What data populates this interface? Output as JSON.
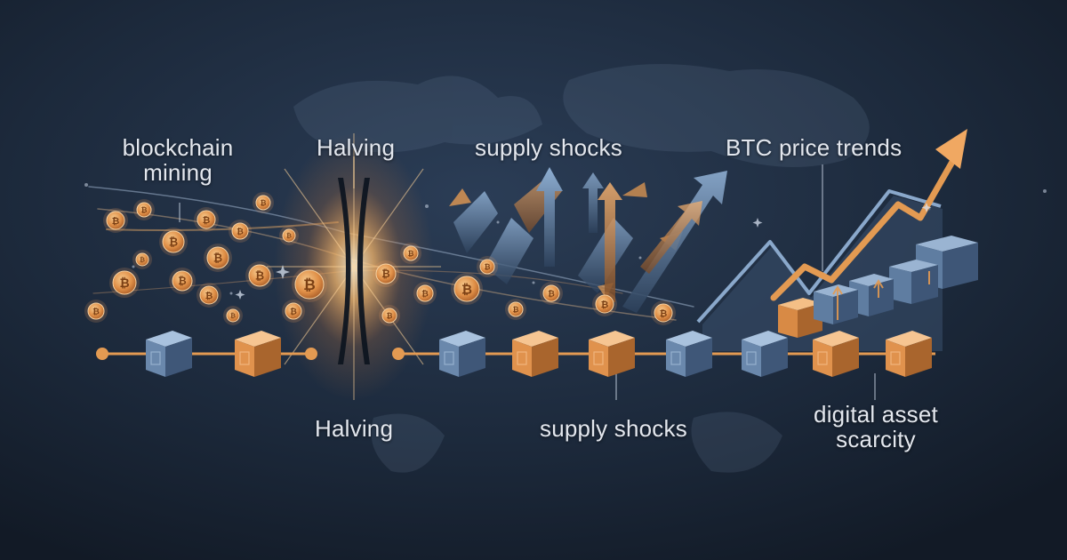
{
  "labels": {
    "blockchain_mining_line1": "blockchain",
    "blockchain_mining_line2": "mining",
    "halving_top": "Halving",
    "supply_shocks_top": "supply shocks",
    "btc_price_trends": "BTC price trends",
    "halving_bottom": "Halving",
    "supply_shocks_bottom": "supply shocks",
    "digital_asset_scarcity_line1": "digital asset",
    "digital_asset_scarcity_line2": "scarcity"
  },
  "coin_symbol": "₿",
  "colors": {
    "background": "#17212f",
    "accent_orange": "#e39a52",
    "accent_blue": "#7e9fc4",
    "text": "#e3e7ee"
  },
  "icons": [
    "bitcoin-coin-icon",
    "block-cube-icon",
    "up-arrow-icon",
    "trend-arrow-icon",
    "sparkle-icon"
  ]
}
